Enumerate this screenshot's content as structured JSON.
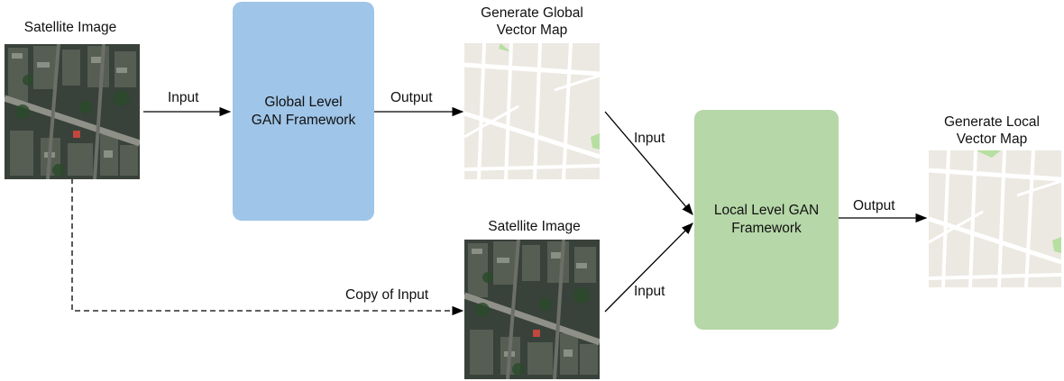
{
  "nodes": {
    "sat_top_title": "Satellite Image",
    "sat_mid_title": "Satellite Image",
    "global_box": [
      "Global Level",
      "GAN Framework"
    ],
    "local_box": [
      "Local Level GAN",
      "Framework"
    ],
    "global_map_title": [
      "Generate Global",
      "Vector Map"
    ],
    "local_map_title": [
      "Generate Local",
      "Vector Map"
    ]
  },
  "edges": {
    "input_1": "Input",
    "output_1": "Output",
    "input_2": "Input",
    "input_3": "Input",
    "output_2": "Output",
    "copy": "Copy of Input"
  },
  "colors": {
    "global_box": "#9fc5e8",
    "local_box": "#b6d7a8",
    "map_bg": "#ece9e2",
    "map_road": "#ffffff",
    "map_park": "#b7dfa1",
    "sat_dark": "#2f3a2d"
  },
  "icons": {
    "satellite": "satellite-image-icon",
    "vector_map": "vector-map-icon"
  }
}
